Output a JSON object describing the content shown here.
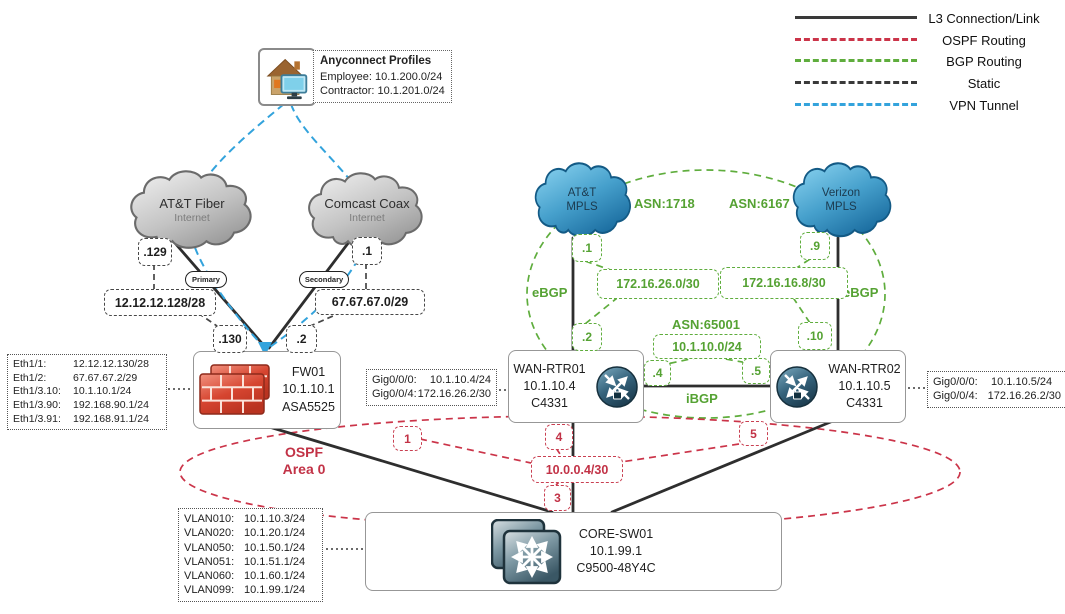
{
  "legend": {
    "items": [
      {
        "label": "L3 Connection/Link",
        "type": "solid",
        "color": "#3a3a3a"
      },
      {
        "label": "OSPF Routing",
        "type": "dashed",
        "color": "#cb3449"
      },
      {
        "label": "BGP Routing",
        "type": "dashed",
        "color": "#5fad3d"
      },
      {
        "label": "Static",
        "type": "dashed",
        "color": "#3a3a3a"
      },
      {
        "label": "VPN Tunnel",
        "type": "dashed",
        "color": "#33a3dc"
      }
    ]
  },
  "anyconnect": {
    "title": "Anyconnect Profiles",
    "employee": "Employee: 10.1.200.0/24",
    "contractor": "Contractor: 10.1.201.0/24"
  },
  "clouds": {
    "att_fiber": {
      "name": "AT&T Fiber",
      "sub": "Internet"
    },
    "comcast": {
      "name": "Comcast Coax",
      "sub": "Internet"
    },
    "att_mpls": {
      "name": "AT&T",
      "sub": "MPLS"
    },
    "verizon_mpls": {
      "name": "Verizon",
      "sub": "MPLS"
    }
  },
  "nodes": {
    "fw01": {
      "name": "FW01",
      "ip": "10.1.10.1",
      "model": "ASA5525"
    },
    "wan_rtr01": {
      "name": "WAN-RTR01",
      "ip": "10.1.10.4",
      "model": "C4331"
    },
    "wan_rtr02": {
      "name": "WAN-RTR02",
      "ip": "10.1.10.5",
      "model": "C4331"
    },
    "core_sw01": {
      "name": "CORE-SW01",
      "ip": "10.1.99.1",
      "model": "C9500-48Y4C"
    }
  },
  "fw01_interfaces": {
    "rows": [
      {
        "port": "Eth1/1:",
        "ip": "12.12.12.130/28"
      },
      {
        "port": "Eth1/2:",
        "ip": "67.67.67.2/29"
      },
      {
        "port": "Eth1/3.10:",
        "ip": "10.1.10.1/24"
      },
      {
        "port": "Eth1/3.90:",
        "ip": "192.168.90.1/24"
      },
      {
        "port": "Eth1/3.91:",
        "ip": "192.168.91.1/24"
      }
    ]
  },
  "rtr01_interfaces": {
    "rows": [
      {
        "port": "Gig0/0/0:",
        "ip": "10.1.10.4/24"
      },
      {
        "port": "Gig0/0/4:",
        "ip": "172.16.26.2/30"
      }
    ]
  },
  "rtr02_interfaces": {
    "rows": [
      {
        "port": "Gig0/0/0:",
        "ip": "10.1.10.5/24"
      },
      {
        "port": "Gig0/0/4:",
        "ip": "172.16.26.2/30"
      }
    ]
  },
  "core_vlans": {
    "rows": [
      {
        "port": "VLAN010:",
        "ip": "10.1.10.3/24"
      },
      {
        "port": "VLAN020:",
        "ip": "10.1.20.1/24"
      },
      {
        "port": "VLAN050:",
        "ip": "10.1.50.1/24"
      },
      {
        "port": "VLAN051:",
        "ip": "10.1.51.1/24"
      },
      {
        "port": "VLAN060:",
        "ip": "10.1.60.1/24"
      },
      {
        "port": "VLAN099:",
        "ip": "10.1.99.1/24"
      }
    ]
  },
  "wan_labels": {
    "isp_left_octet": ".129",
    "isp_right_octet": ".1",
    "primary": "Primary",
    "secondary": "Secondary",
    "subnet_left": "12.12.12.128/28",
    "subnet_right": "67.67.67.0/29",
    "fw_left_octet": ".130",
    "fw_right_octet": ".2"
  },
  "bgp": {
    "asn_att": "ASN:1718",
    "asn_verizon": "ASN:6167",
    "asn_local": "ASN:65001",
    "ebgp_left": "eBGP",
    "ebgp_right": "eBGP",
    "ibgp": "iBGP",
    "att_octet_top": ".1",
    "att_octet_bottom": ".2",
    "verizon_octet_top": ".9",
    "verizon_octet_bottom": ".10",
    "subnet_att": "172.16.26.0/30",
    "subnet_verizon": "172.16.16.8/30",
    "lan_subnet": "10.1.10.0/24",
    "rtr1_octet": ".4",
    "rtr2_octet": ".5"
  },
  "ospf": {
    "title_line1": "OSPF",
    "title_line2": "Area 0",
    "rid_fw": "1",
    "rid_rtr1": "4",
    "rid_rtr2": "5",
    "rid_core": "3",
    "p2p_subnet": "10.0.0.4/30"
  }
}
